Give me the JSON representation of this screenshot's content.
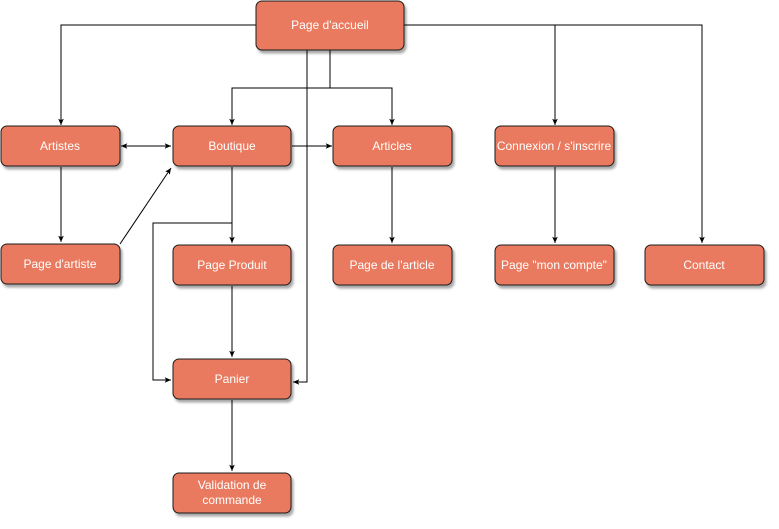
{
  "colors": {
    "node_fill": "#ea7a5f",
    "node_border": "#1a1a1a",
    "node_text": "#ffffff",
    "edge": "#000000",
    "background": "#ffffff"
  },
  "nodes": {
    "home": "Page d'accueil",
    "artistes": "Artistes",
    "boutique": "Boutique",
    "articles": "Articles",
    "connexion": "Connexion / s'inscrire",
    "page_artiste": "Page d'artiste",
    "page_produit": "Page Produit",
    "page_article": "Page de l'article",
    "mon_compte": "Page \"mon compte\"",
    "contact": "Contact",
    "panier": "Panier",
    "validation": [
      "Validation de",
      "commande"
    ]
  }
}
